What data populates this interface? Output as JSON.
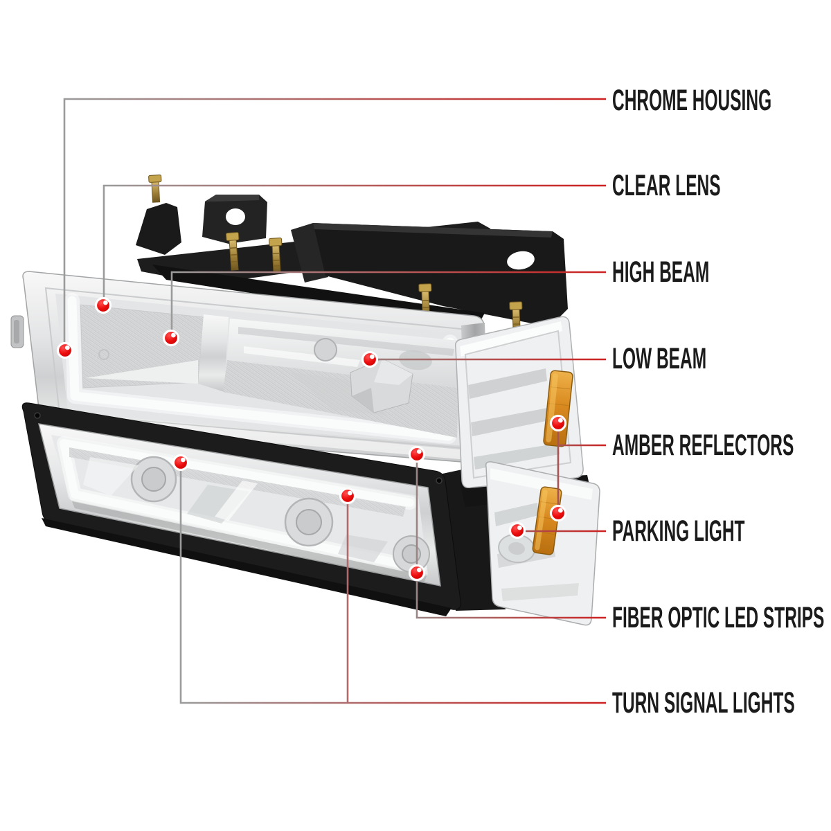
{
  "diagram": {
    "type": "product-callout-diagram",
    "subject": "truck headlight assembly set",
    "background": "#ffffff",
    "label_color": "#1b1b1b",
    "leader_line_gradient": {
      "from": "#9b9b9b",
      "to": "#cd2121"
    },
    "marker_color": "#e90000",
    "marker_ring_color": "#ffffff",
    "amber_color": "#d98a1f"
  },
  "annotations": {
    "labels": [
      {
        "id": "chrome-housing",
        "text": "CHROME HOUSING",
        "markers": 1
      },
      {
        "id": "clear-lens",
        "text": "CLEAR LENS",
        "markers": 1
      },
      {
        "id": "high-beam",
        "text": "HIGH BEAM",
        "markers": 1
      },
      {
        "id": "low-beam",
        "text": "LOW BEAM",
        "markers": 1
      },
      {
        "id": "amber-reflectors",
        "text": "AMBER REFLECTORS",
        "markers": 2
      },
      {
        "id": "parking-light",
        "text": "PARKING LIGHT",
        "markers": 1
      },
      {
        "id": "fiber-optic-led-strips",
        "text": "FIBER OPTIC LED STRIPS",
        "markers": 2
      },
      {
        "id": "turn-signal-lights",
        "text": "TURN SIGNAL LIGHTS",
        "markers": 2
      }
    ]
  }
}
